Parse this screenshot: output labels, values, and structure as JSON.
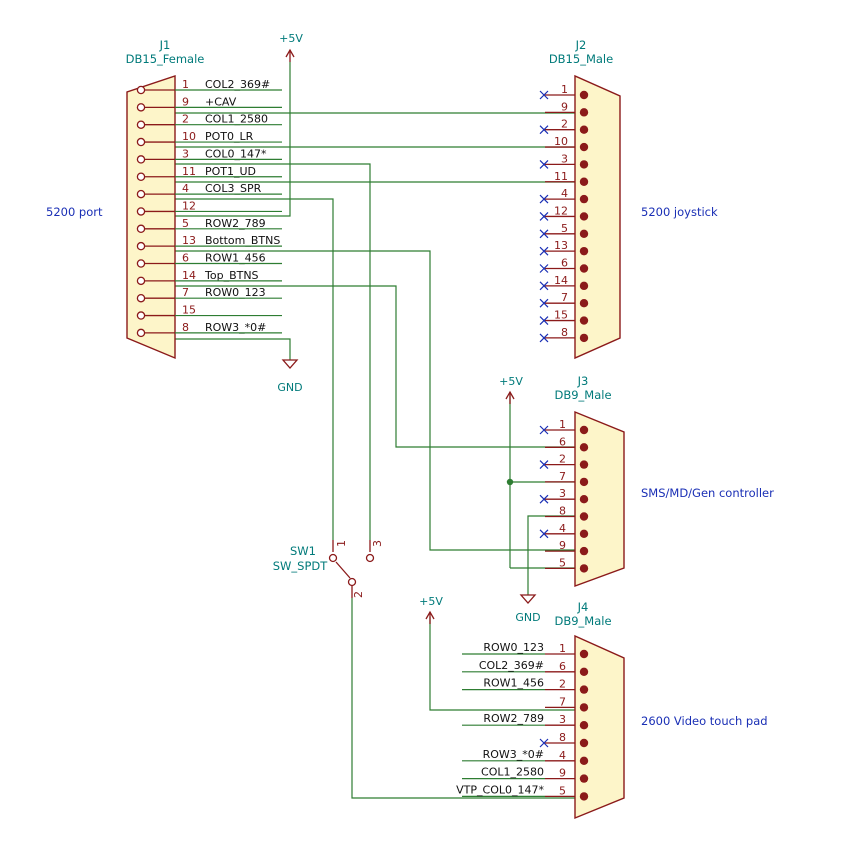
{
  "connectors": {
    "j1": {
      "ref": "J1",
      "value": "DB15_Female",
      "pins": [
        "1",
        "9",
        "2",
        "10",
        "3",
        "11",
        "4",
        "12",
        "5",
        "13",
        "6",
        "14",
        "7",
        "15",
        "8"
      ],
      "nets": [
        "COL2_369#",
        "+CAV",
        "COL1_2580",
        "POT0_LR",
        "COL0_147*",
        "POT1_UD",
        "COL3_SPR",
        "",
        "ROW2_789",
        "Bottom_BTNS",
        "ROW1_456",
        "Top_BTNS",
        "ROW0_123",
        "",
        "ROW3_*0#"
      ]
    },
    "j2": {
      "ref": "J2",
      "value": "DB15_Male",
      "pins": [
        "1",
        "9",
        "2",
        "10",
        "3",
        "11",
        "4",
        "12",
        "5",
        "13",
        "6",
        "14",
        "7",
        "15",
        "8"
      ]
    },
    "j3": {
      "ref": "J3",
      "value": "DB9_Male",
      "pins": [
        "1",
        "6",
        "2",
        "7",
        "3",
        "8",
        "4",
        "9",
        "5"
      ]
    },
    "j4": {
      "ref": "J4",
      "value": "DB9_Male",
      "pins": [
        "1",
        "6",
        "2",
        "7",
        "3",
        "8",
        "4",
        "9",
        "5"
      ],
      "nets": [
        "ROW0_123",
        "COL2_369#",
        "ROW1_456",
        "",
        "ROW2_789",
        "",
        "ROW3_*0#",
        "COL1_2580",
        "VTP_COL0_147*"
      ]
    }
  },
  "switch": {
    "ref": "SW1",
    "value": "SW_SPDT",
    "pin1": "1",
    "pin2": "2",
    "pin3": "3"
  },
  "power": {
    "vcc_label": "+5V",
    "gnd_label": "GND"
  },
  "notes": {
    "port_5200": "5200 port",
    "joystick_5200": "5200 joystick",
    "sms_controller": "SMS/MD/Gen controller",
    "touch_pad_2600": "2600 Video touch pad"
  },
  "colors": {
    "wire": "#2e7d32",
    "component": "#8b1a1a",
    "body_fill": "#fdf5c9",
    "reference_text": "#007a7a",
    "note_text": "#1a2fb5",
    "no_connect": "#1a2fb5"
  }
}
